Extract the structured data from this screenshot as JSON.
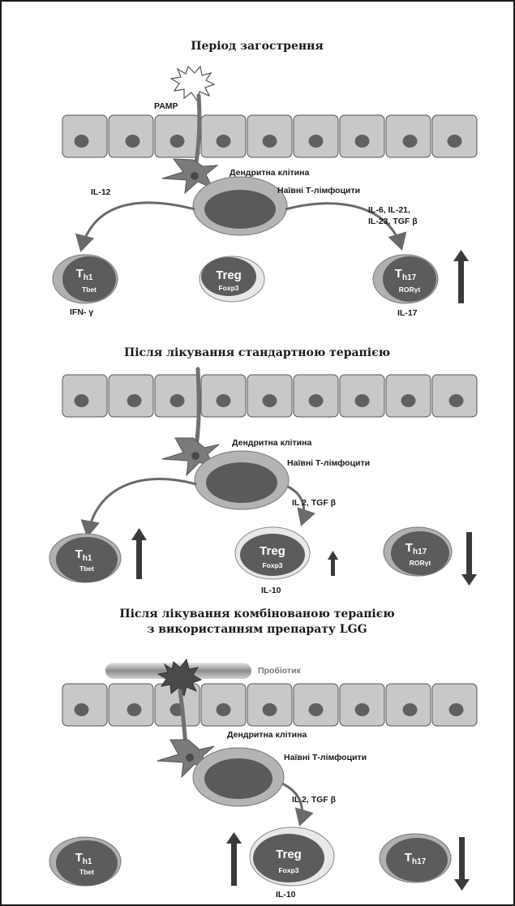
{
  "colors": {
    "cell_fill": "#c8c8c8",
    "cell_stroke": "#555555",
    "nucleus": "#606060",
    "dendritic": "#707070",
    "naive_outer": "#b4b4b4",
    "naive_inner": "#5a5a5a",
    "tcell_outer": "#b0b0b0",
    "tcell_inner": "#5c5c5c",
    "arrow": "#6a6a6a",
    "updown": "#3a3a3a",
    "probiotic": "#8a8a8a"
  },
  "icons": {
    "pamp": "pamp-burst-icon",
    "dendritic": "dendritic-cell-icon",
    "up": "up-arrow-icon",
    "down": "down-arrow-icon"
  },
  "panel1": {
    "title": "Період загострення",
    "pamp": "PAMP",
    "dendritic": "Дендритна клітина",
    "naive": "Наївні Т-лімфоцити",
    "il12": "IL-12",
    "cytokines_line1": "IL-6, IL-21,",
    "cytokines_line2": "IL-23, TGF β",
    "th1_name": "T",
    "th1_sub": "h1",
    "th1_tf": "Tbet",
    "treg_name": "Treg",
    "treg_tf": "Foxp3",
    "th17_name": "T",
    "th17_sub": "h17",
    "th17_tf": "RORγt",
    "ifn": "IFN- γ",
    "il17": "IL-17"
  },
  "panel2": {
    "title": "Після лікування стандартною терапією",
    "dendritic": "Дендритна клітина",
    "naive": "Наївні Т-лімфоцити",
    "cytokines": "IL 2, TGF β",
    "th1_name": "T",
    "th1_sub": "h1",
    "th1_tf": "Tbet",
    "treg_name": "Treg",
    "treg_tf": "Foxp3",
    "th17_name": "T",
    "th17_sub": "h17",
    "th17_tf": "RORγt",
    "il10": "IL-10"
  },
  "panel3": {
    "title_line1": "Після лікування комбінованою терапією",
    "title_line2": "з використанням препарату LGG",
    "probiotic": "Пробіотик",
    "dendritic": "Дендритна клітина",
    "naive": "Наївні Т-лімфоцити",
    "cytokines": "IL 2, TGF β",
    "th1_name": "T",
    "th1_sub": "h1",
    "th1_tf": "Tbet",
    "treg_name": "Treg",
    "treg_tf": "Foxp3",
    "th17_name": "T",
    "th17_sub": "h17",
    "il10": "IL-10"
  }
}
